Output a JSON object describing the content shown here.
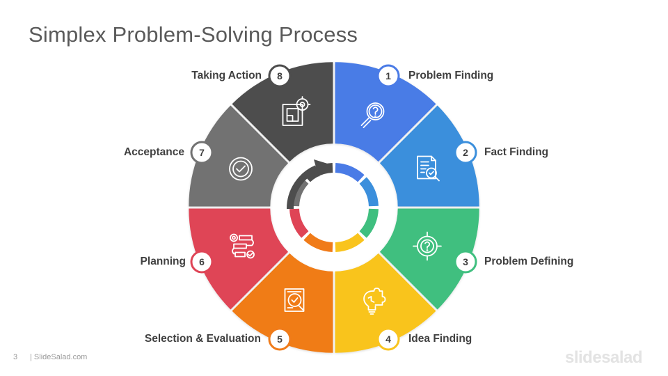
{
  "title": "Simplex Problem-Solving Process",
  "steps": [
    {
      "number": "1",
      "label": "Problem Finding",
      "color": "#4a7be6",
      "icon": "magnifier-question-icon"
    },
    {
      "number": "2",
      "label": "Fact Finding",
      "color": "#3b8fdc",
      "icon": "document-search-icon"
    },
    {
      "number": "3",
      "label": "Problem Defining",
      "color": "#3fbf7f",
      "icon": "target-question-icon"
    },
    {
      "number": "4",
      "label": "Idea Finding",
      "color": "#f9c41e",
      "icon": "lightbulb-puzzle-icon"
    },
    {
      "number": "5",
      "label": "Selection & Evaluation",
      "color": "#f07b19",
      "icon": "document-check-icon"
    },
    {
      "number": "6",
      "label": "Planning",
      "color": "#df4456",
      "icon": "workflow-plan-icon"
    },
    {
      "number": "7",
      "label": "Acceptance",
      "color": "#727272",
      "icon": "check-badge-icon"
    },
    {
      "number": "8",
      "label": "Taking Action",
      "color": "#4d4d4d",
      "icon": "blueprint-gear-icon"
    }
  ],
  "center_icon": "circular-arrow-icon",
  "footer": {
    "page_number": "3",
    "site": "| SlideSalad.com",
    "brand": "slidesalad"
  }
}
